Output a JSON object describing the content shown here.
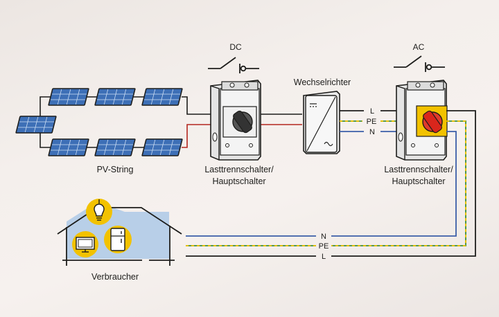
{
  "labels": {
    "dc": "DC",
    "ac": "AC",
    "pv_string": "PV-String",
    "wechselrichter": "Wechselrichter",
    "dc_switch_line1": "Lasttrennschalter/",
    "dc_switch_line2": "Hauptschalter",
    "ac_switch_line1": "Lasttrennschalter/",
    "ac_switch_line2": "Hauptschalter",
    "verbraucher": "Verbraucher",
    "ac_l": "L",
    "ac_pe": "PE",
    "ac_n": "N",
    "bus_n": "N",
    "bus_pe": "PE",
    "bus_l": "L"
  },
  "colors": {
    "wire_black": "#1d1d1b",
    "wire_red": "#b3261e",
    "wire_blue": "#3b5ea8",
    "wire_green": "#3f8f3a",
    "wire_yellow": "#f2c200",
    "panel_blue": "#3d6fb6",
    "house_fill": "#b8cfe8",
    "accent_yellow": "#f2c200",
    "knob_red": "#d9261c",
    "knob_dark": "#333333"
  },
  "icons": {
    "panel": "solar-panel-icon",
    "inverter": "inverter-icon",
    "switch": "isolator-switch-icon",
    "lamp": "light-bulb-icon",
    "tv": "tv-icon",
    "fridge": "fridge-icon"
  }
}
